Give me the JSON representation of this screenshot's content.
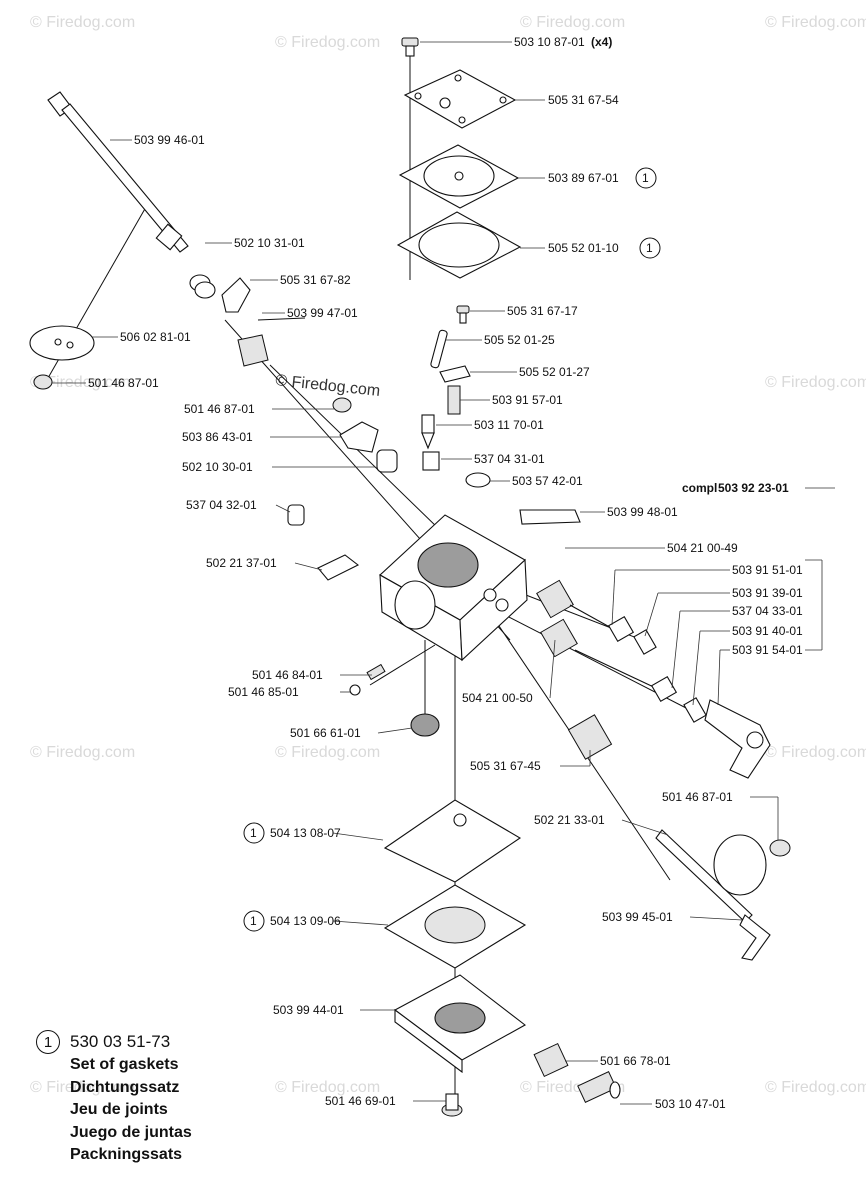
{
  "watermarks": [
    "© Firedog.com",
    "© Firedog.com",
    "© Firedog.com",
    "© Firedog.com",
    "© Firedog.com",
    "© Firedog.com",
    "© Firedog.com",
    "© Firedog.com",
    "© Firedog.com",
    "© Firedog.com",
    "© Firedog.com",
    "© Firedog.com",
    "© Firedog.com"
  ],
  "center_watermark": "© Firedog.com",
  "parts": {
    "p01": "503 10 87-01",
    "p01_qty": "(x4)",
    "p02": "505 31 67-54",
    "p03": "503 89 67-01",
    "p04": "505 52 01-10",
    "p05": "503 99 46-01",
    "p06": "502 10 31-01",
    "p07": "505 31 67-82",
    "p08": "503 99 47-01",
    "p09": "506 02 81-01",
    "p10": "501 46 87-01",
    "p11": "505 31 67-17",
    "p12": "505 52 01-25",
    "p13": "505 52 01-27",
    "p14": "503 91 57-01",
    "p15": "501 46 87-01",
    "p16": "503 86 43-01",
    "p17": "503 11 70-01",
    "p18": "502 10 30-01",
    "p19": "537 04 31-01",
    "p20": "503 57 42-01",
    "p21_prefix": "compl",
    "p21": "503 92 23-01",
    "p22": "537 04 32-01",
    "p23": "503 99 48-01",
    "p24": "504 21 00-49",
    "p25": "502 21 37-01",
    "p26": "503 91 51-01",
    "p27": "503 91 39-01",
    "p28": "537 04 33-01",
    "p29": "503 91 40-01",
    "p30": "503 91 54-01",
    "p31": "501 46 84-01",
    "p32": "501 46 85-01",
    "p33": "504 21 00-50",
    "p34": "501 66 61-01",
    "p35": "505 31 67-45",
    "p36": "501 46 87-01",
    "p37": "504 13 08-07",
    "p38": "502 21 33-01",
    "p39": "504 13 09-06",
    "p40": "503 99 45-01",
    "p41": "503 99 44-01",
    "p42": "501 66 78-01",
    "p43": "501 46 69-01",
    "p44": "503 10 47-01"
  },
  "kit_marker": "1",
  "legend": {
    "marker": "1",
    "part_number": "530 03 51-73",
    "translations": [
      "Set of gaskets",
      "Dichtungssatz",
      "Jeu de joints",
      "Juego de juntas",
      "Packningssats"
    ]
  }
}
